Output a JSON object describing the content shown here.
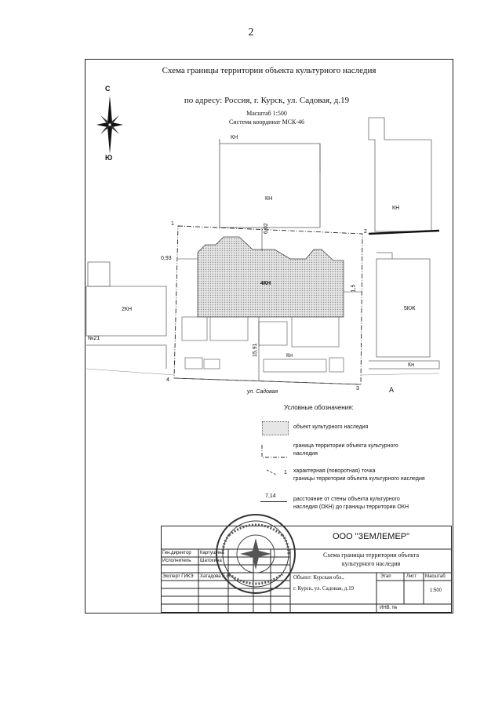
{
  "page_number": "2",
  "title": "Схема границы территории объекта культурного наследия",
  "address": "по адресу: Россия, г. Курск, ул. Садовая, д.19",
  "scale": "Масштаб 1:500",
  "coord_system": "Система координат МСК-46",
  "compass": {
    "north": "С",
    "south": "Ю"
  },
  "map_labels": {
    "kn_top": "КН",
    "kn_big": "КН",
    "kn_right": "КН",
    "okn": "4КН",
    "kn_left": "2КН",
    "kzh_right": "5КЖ",
    "kn_bottom": "Кн",
    "kn_bottom_right": "Кн",
    "house_no": "№21",
    "street": "ул. Садовая",
    "letter_a": "А"
  },
  "dimensions": {
    "left": "0,93",
    "top": "6,02",
    "right": "1,5",
    "bottom": "15,91"
  },
  "points": [
    "1",
    "2",
    "3",
    "4"
  ],
  "legend": {
    "heading": "Условные обозначения:",
    "items": [
      {
        "text": "объект культурного наследия"
      },
      {
        "text1": "граница территории объекта культурного",
        "text2": "наследия"
      },
      {
        "mark": "1",
        "text1": "характерная (поворотная) точка",
        "text2": "границы территории объекта культурного наследия"
      },
      {
        "mark": "7,14",
        "text1": "расстояние от стены объекта культурного",
        "text2": "наследия (ОКН) до границы территории ОКН"
      }
    ]
  },
  "stamp": {
    "company": "ООО \"ЗЕМЛЕМЕР\"",
    "doc_title1": "Схема границы территории объекта",
    "doc_title2": "культурного наследия",
    "object1": "Объект: Курская обл.,",
    "object2": "г. Курск, ул. Садовая, д.19",
    "roles": [
      "Ген.директор",
      "Исполнитель",
      "Эксперт ГИКЭ"
    ],
    "names": [
      "Картушина",
      "Шатохина",
      "Хатадова Е.В."
    ],
    "col_headers": [
      "Этап",
      "Лист",
      "Масштаб"
    ],
    "scale_value": "1:500",
    "inv": "ИНВ. №"
  }
}
